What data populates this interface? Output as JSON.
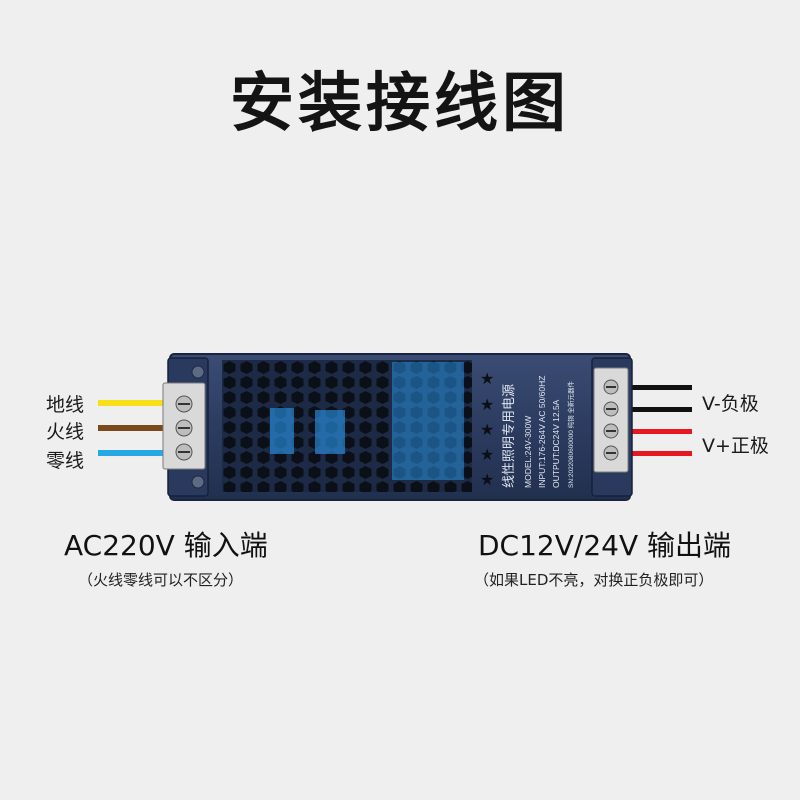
{
  "title": "安装接线图",
  "input": {
    "wires": [
      {
        "label": "地线",
        "color": "#f7e01a"
      },
      {
        "label": "火线",
        "color": "#7b4a1c"
      },
      {
        "label": "零线",
        "color": "#25a8e4"
      }
    ],
    "caption": "AC220V 输入端",
    "note": "（火线零线可以不区分）"
  },
  "output": {
    "wires": [
      {
        "color": "#111111"
      },
      {
        "color": "#111111"
      },
      {
        "color": "#e8171f"
      },
      {
        "color": "#e8171f"
      }
    ],
    "labels": [
      "V-负极",
      "V+正极"
    ],
    "caption": "DC12V/24V 输出端",
    "note": "（如果LED不亮，对换正负极即可）"
  },
  "device": {
    "body_color": "#2c3c60",
    "label_text": {
      "line1": "线性照明专用电源",
      "line2": "MODEL:24V-300W",
      "line3": "INPUT:176-264V  AC  50/60HZ",
      "line4": "OUTPUT:DC24V  12.5A",
      "line5": "SN:2022080600000  纯铜  全新元器件"
    }
  }
}
